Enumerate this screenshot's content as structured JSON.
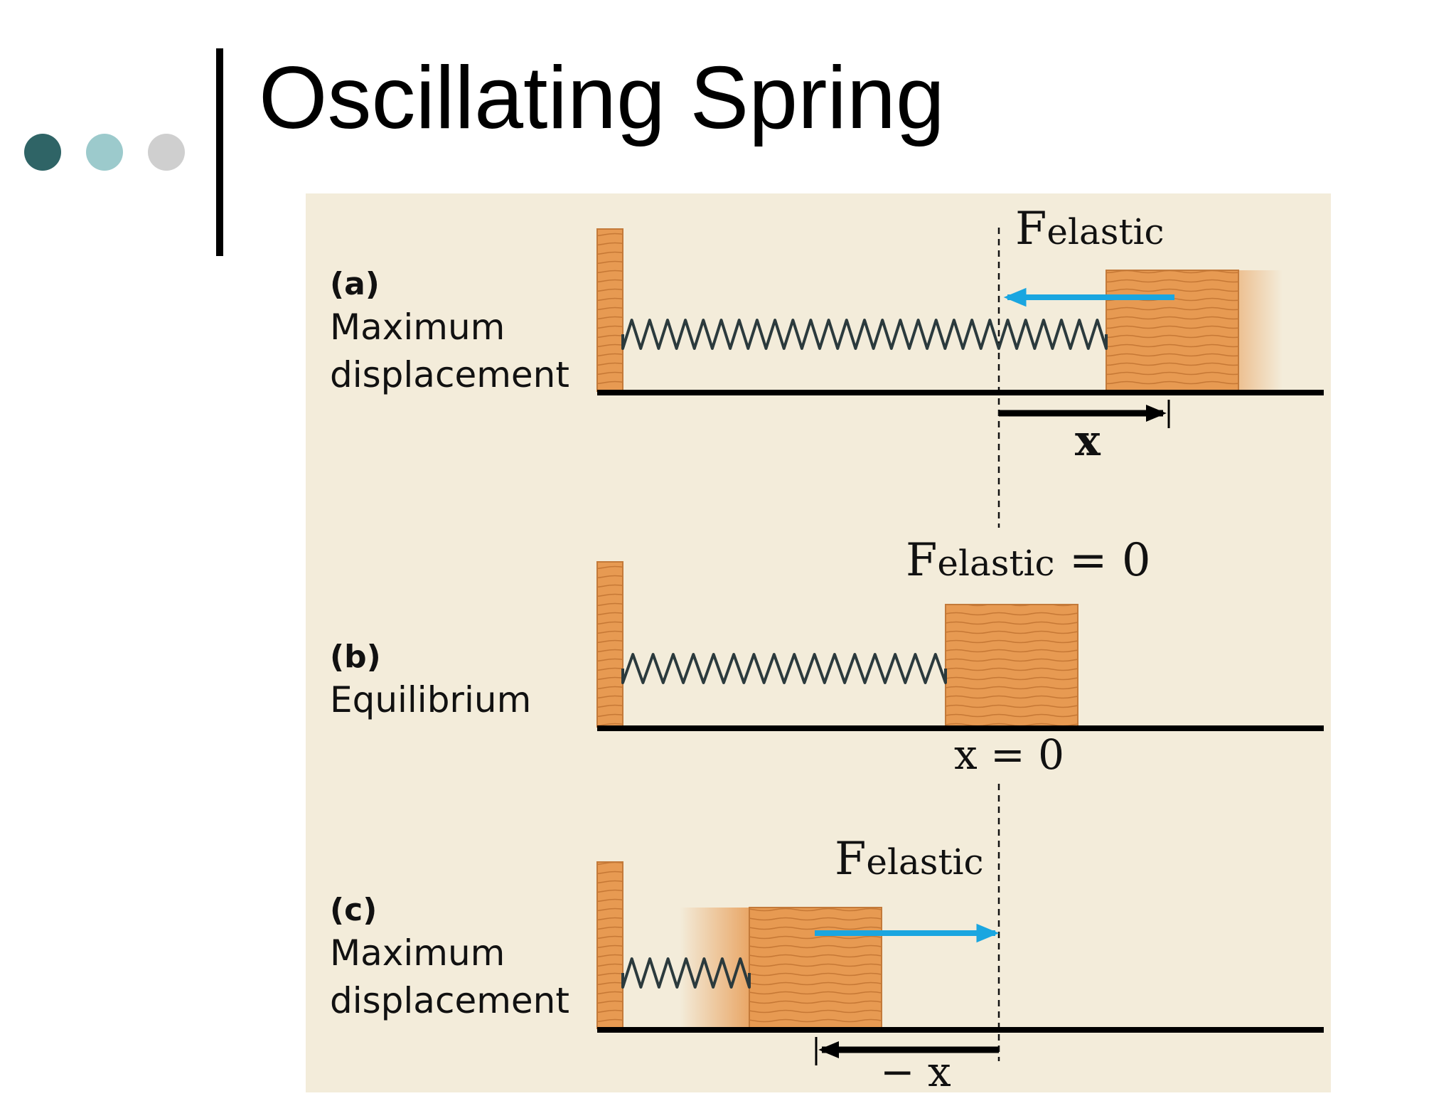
{
  "slide": {
    "title": "Oscillating Spring",
    "bullet_colors": [
      "#2f6466",
      "#9ccacc",
      "#cfcfcf"
    ]
  },
  "diagram": {
    "panel_color": "#f3ecda",
    "wood_color": "#e79a52",
    "arrow_color": "#1aa6e0",
    "panels": [
      {
        "tag": "(a)",
        "description": "Maximum displacement",
        "desc_lines": [
          "Maximum",
          "displacement"
        ],
        "force_symbol": "F",
        "force_subscript": "elastic",
        "force_suffix": "",
        "displacement_label": "x"
      },
      {
        "tag": "(b)",
        "description": "Equilibrium",
        "desc_lines": [
          "Equilibrium"
        ],
        "force_symbol": "F",
        "force_subscript": "elastic",
        "force_suffix": " = 0",
        "displacement_label": "x = 0"
      },
      {
        "tag": "(c)",
        "description": "Maximum displacement",
        "desc_lines": [
          "Maximum",
          "displacement"
        ],
        "force_symbol": "F",
        "force_subscript": "elastic",
        "force_suffix": "",
        "displacement_label": "− x"
      }
    ]
  }
}
